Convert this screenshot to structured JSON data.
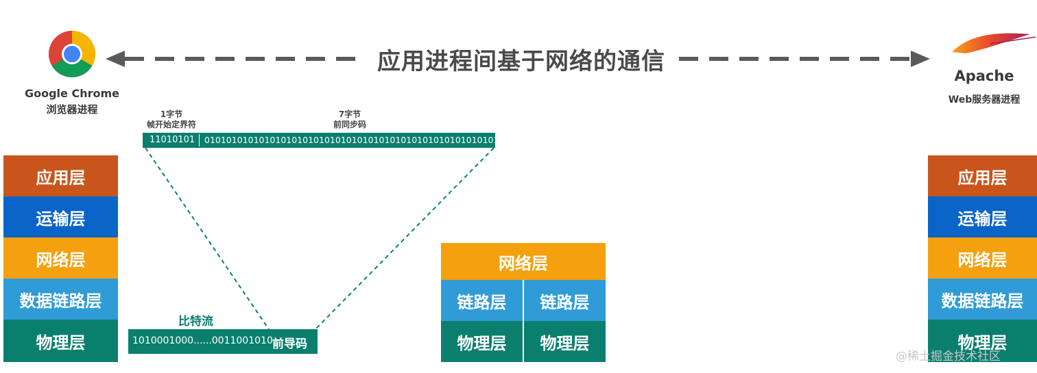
{
  "title": "应用进程间基于网络的通信",
  "left_host": {
    "name": "Google Chrome",
    "role": "浏览器进程",
    "icon": "chrome-logo"
  },
  "right_host": {
    "name": "Apache",
    "role": "Web服务器进程",
    "icon": "apache-feather"
  },
  "stack_layers": [
    "应用层",
    "运输层",
    "网络层",
    "数据链路层",
    "物理层"
  ],
  "colors": {
    "application": "#c9551c",
    "transport": "#0b64c8",
    "network": "#f5a00f",
    "datalink": "#2f9bd7",
    "physical": "#0b7f6e"
  },
  "frame": {
    "sfd_top": "1字节",
    "sfd_bottom": "帧开始定界符",
    "preamble_top": "7字节",
    "preamble_bottom": "前同步码",
    "sfd_bits": "11010101",
    "preamble_bits": "01010101010101010101010101010101010101010101010101010101"
  },
  "bitstream": {
    "label": "比特流",
    "bits": "1010001000......0011001010",
    "preamble": "前导码"
  },
  "router": {
    "network": "网络层",
    "datalink_left": "链路层",
    "datalink_right": "链路层",
    "physical_left": "物理层",
    "physical_right": "物理层"
  },
  "watermark": "@稀土掘金技术社区"
}
